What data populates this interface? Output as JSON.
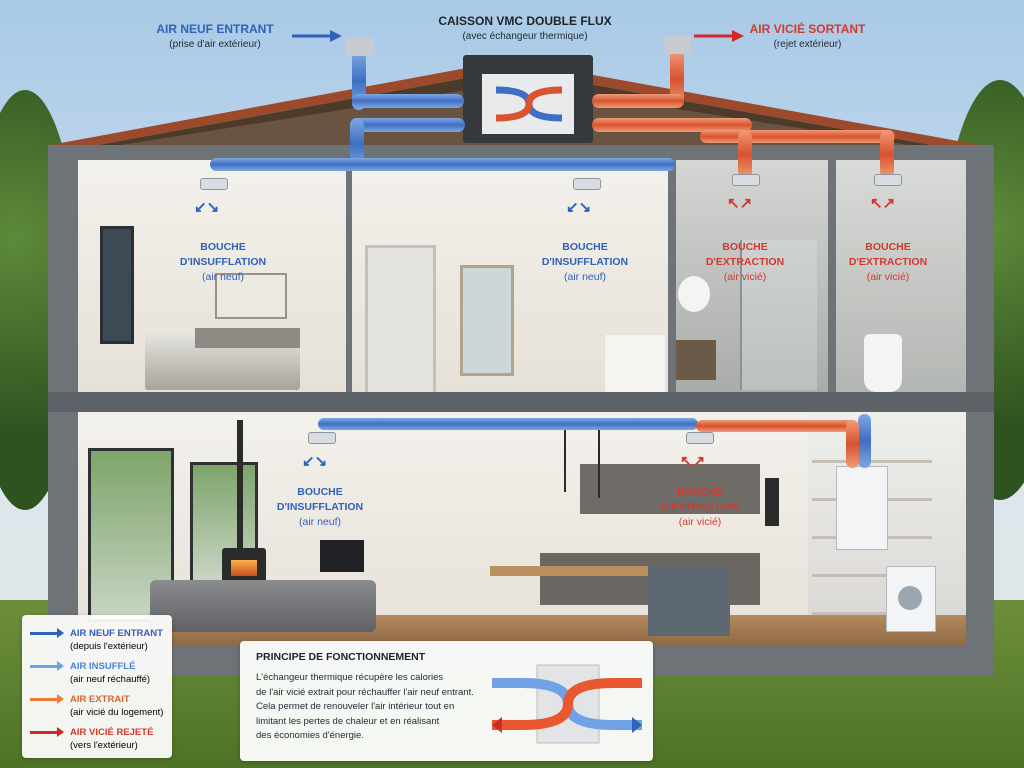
{
  "header": {
    "air_neuf_title": "AIR NEUF ENTRANT",
    "air_neuf_sub": "(prise d'air extérieur)",
    "caisson_title": "CAISSON VMC DOUBLE FLUX",
    "caisson_sub": "(avec échangeur thermique)",
    "air_vicie_title": "AIR VICIÉ SORTANT",
    "air_vicie_sub": "(rejet extérieur)"
  },
  "rooms": {
    "bedroom_vent": {
      "title1": "BOUCHE",
      "title2": "D'INSUFFLATION",
      "sub": "(air neuf)"
    },
    "hall_vent": {
      "title1": "BOUCHE",
      "title2": "D'INSUFFLATION",
      "sub": "(air neuf)"
    },
    "bathroom_vent": {
      "title1": "BOUCHE",
      "title2": "D'EXTRACTION",
      "sub": "(air vicié)"
    },
    "wc_vent": {
      "title1": "BOUCHE",
      "title2": "D'EXTRACTION",
      "sub": "(air vicié)"
    },
    "living_vent": {
      "title1": "BOUCHE",
      "title2": "D'INSUFFLATION",
      "sub": "(air neuf)"
    },
    "kitchen_vent": {
      "title1": "BOUCHE",
      "title2": "D'EXTRACTION",
      "sub": "(air vicié)"
    }
  },
  "legend": {
    "items": [
      {
        "title": "AIR NEUF ENTRANT",
        "sub": "(depuis l'extérieur)",
        "color": "#2f62b8"
      },
      {
        "title": "AIR INSUFFLÉ",
        "sub": "(air neuf réchauffé)",
        "color": "#6fa3e6"
      },
      {
        "title": "AIR EXTRAIT",
        "sub": "(air vicié du logement)",
        "color": "#ee7b3c"
      },
      {
        "title": "AIR VICIÉ REJETÉ",
        "sub": "(vers l'extérieur)",
        "color": "#d3282a"
      }
    ]
  },
  "principe": {
    "title": "PRINCIPE DE FONCTIONNEMENT",
    "line1": "L'échangeur thermique récupère les calories",
    "line2": "de l'air vicié extrait pour réchauffer l'air neuf entrant.",
    "line3": "Cela permet de renouveler l'air intérieur tout en",
    "line4": "limitant les pertes de chaleur et en réalisant",
    "line5": "des économies d'énergie."
  },
  "colors": {
    "blue": "#2f62b8",
    "light_blue": "#6fa3e6",
    "orange": "#ee7b3c",
    "red": "#d3282a"
  }
}
